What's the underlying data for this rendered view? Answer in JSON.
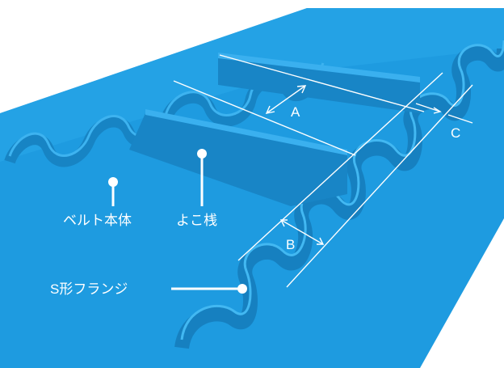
{
  "diagram": {
    "colors": {
      "belt": "#1e9be0",
      "belt_top": "#2aa7ea",
      "flange_wall": "#1a88c9",
      "flange_shadow": "#1477b3",
      "cleat_face": "#1885c6",
      "line": "#ffffff"
    },
    "dimension_labels": {
      "a": "A",
      "b": "B",
      "c": "C"
    },
    "callouts": {
      "belt_body": "ベルト本体",
      "cleat": "よこ桟",
      "s_flange": "S形フランジ"
    }
  }
}
